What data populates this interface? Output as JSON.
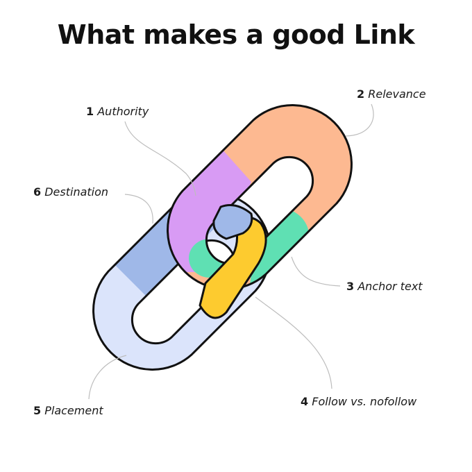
{
  "title": "What makes a good Link",
  "labels": [
    {
      "num": "1",
      "text": "Authority"
    },
    {
      "num": "2",
      "text": "Relevance"
    },
    {
      "num": "3",
      "text": "Anchor text"
    },
    {
      "num": "4",
      "text": "Follow vs. nofollow"
    },
    {
      "num": "5",
      "text": "Placement"
    },
    {
      "num": "6",
      "text": "Destination"
    }
  ],
  "colors": {
    "authority": "#d89bf4",
    "relevance": "#fdb991",
    "anchor_text": "#5fe0b3",
    "follow": "#fdcb2f",
    "placement": "#dbe4fb",
    "destination": "#9fb8e8",
    "outline": "#111111"
  }
}
